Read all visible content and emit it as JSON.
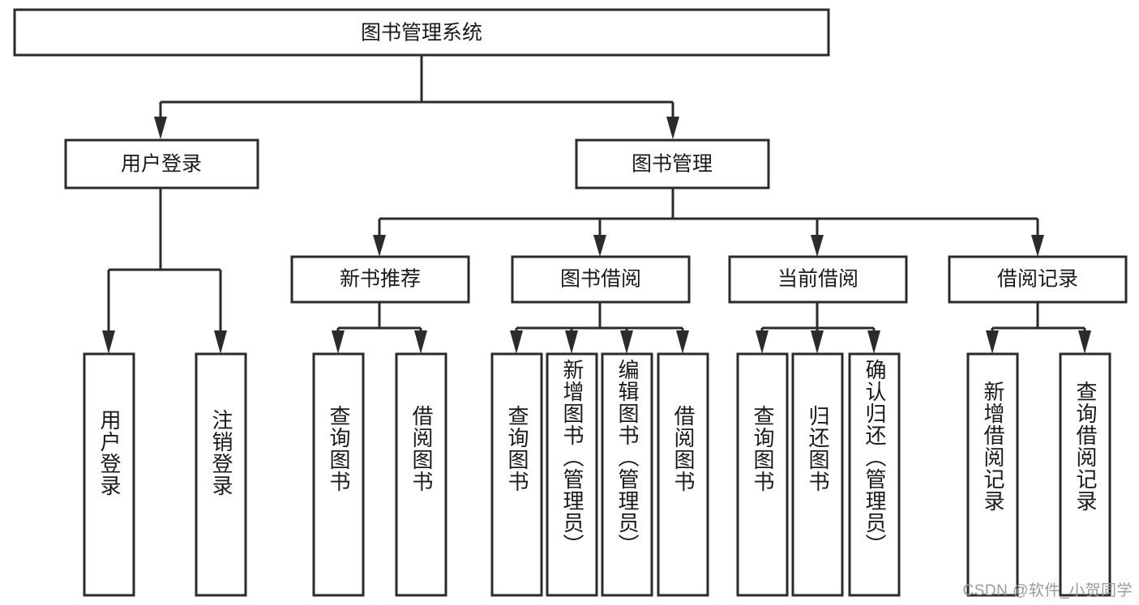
{
  "diagram": {
    "type": "hierarchy-tree",
    "title": "图书管理系统",
    "root": {
      "label": "图书管理系统"
    },
    "level1": [
      {
        "label": "用户登录"
      },
      {
        "label": "图书管理"
      }
    ],
    "level2": [
      {
        "label": "新书推荐"
      },
      {
        "label": "图书借阅"
      },
      {
        "label": "当前借阅"
      },
      {
        "label": "借阅记录"
      }
    ],
    "leaves": {
      "user_login": [
        {
          "label": "用户登录"
        },
        {
          "label": "注销登录"
        }
      ],
      "new_book_recommend": [
        {
          "label": "查询图书"
        },
        {
          "label": "借阅图书"
        }
      ],
      "book_borrow": [
        {
          "label": "查询图书"
        },
        {
          "label": "新增图书（管理员）"
        },
        {
          "label": "编辑图书（管理员）"
        },
        {
          "label": "借阅图书"
        }
      ],
      "current_borrow": [
        {
          "label": "查询图书"
        },
        {
          "label": "归还图书"
        },
        {
          "label": "确认归还（管理员）"
        }
      ],
      "borrow_record": [
        {
          "label": "新增借阅记录"
        },
        {
          "label": "查询借阅记录"
        }
      ]
    }
  },
  "watermark": {
    "text": "CSDN @软件_小贺同学"
  },
  "colors": {
    "stroke": "#2b2b2b",
    "box_fill": "#ffffff",
    "text": "#1a1a1a",
    "watermark": "#9a9a9a",
    "background": "#ffffff"
  }
}
